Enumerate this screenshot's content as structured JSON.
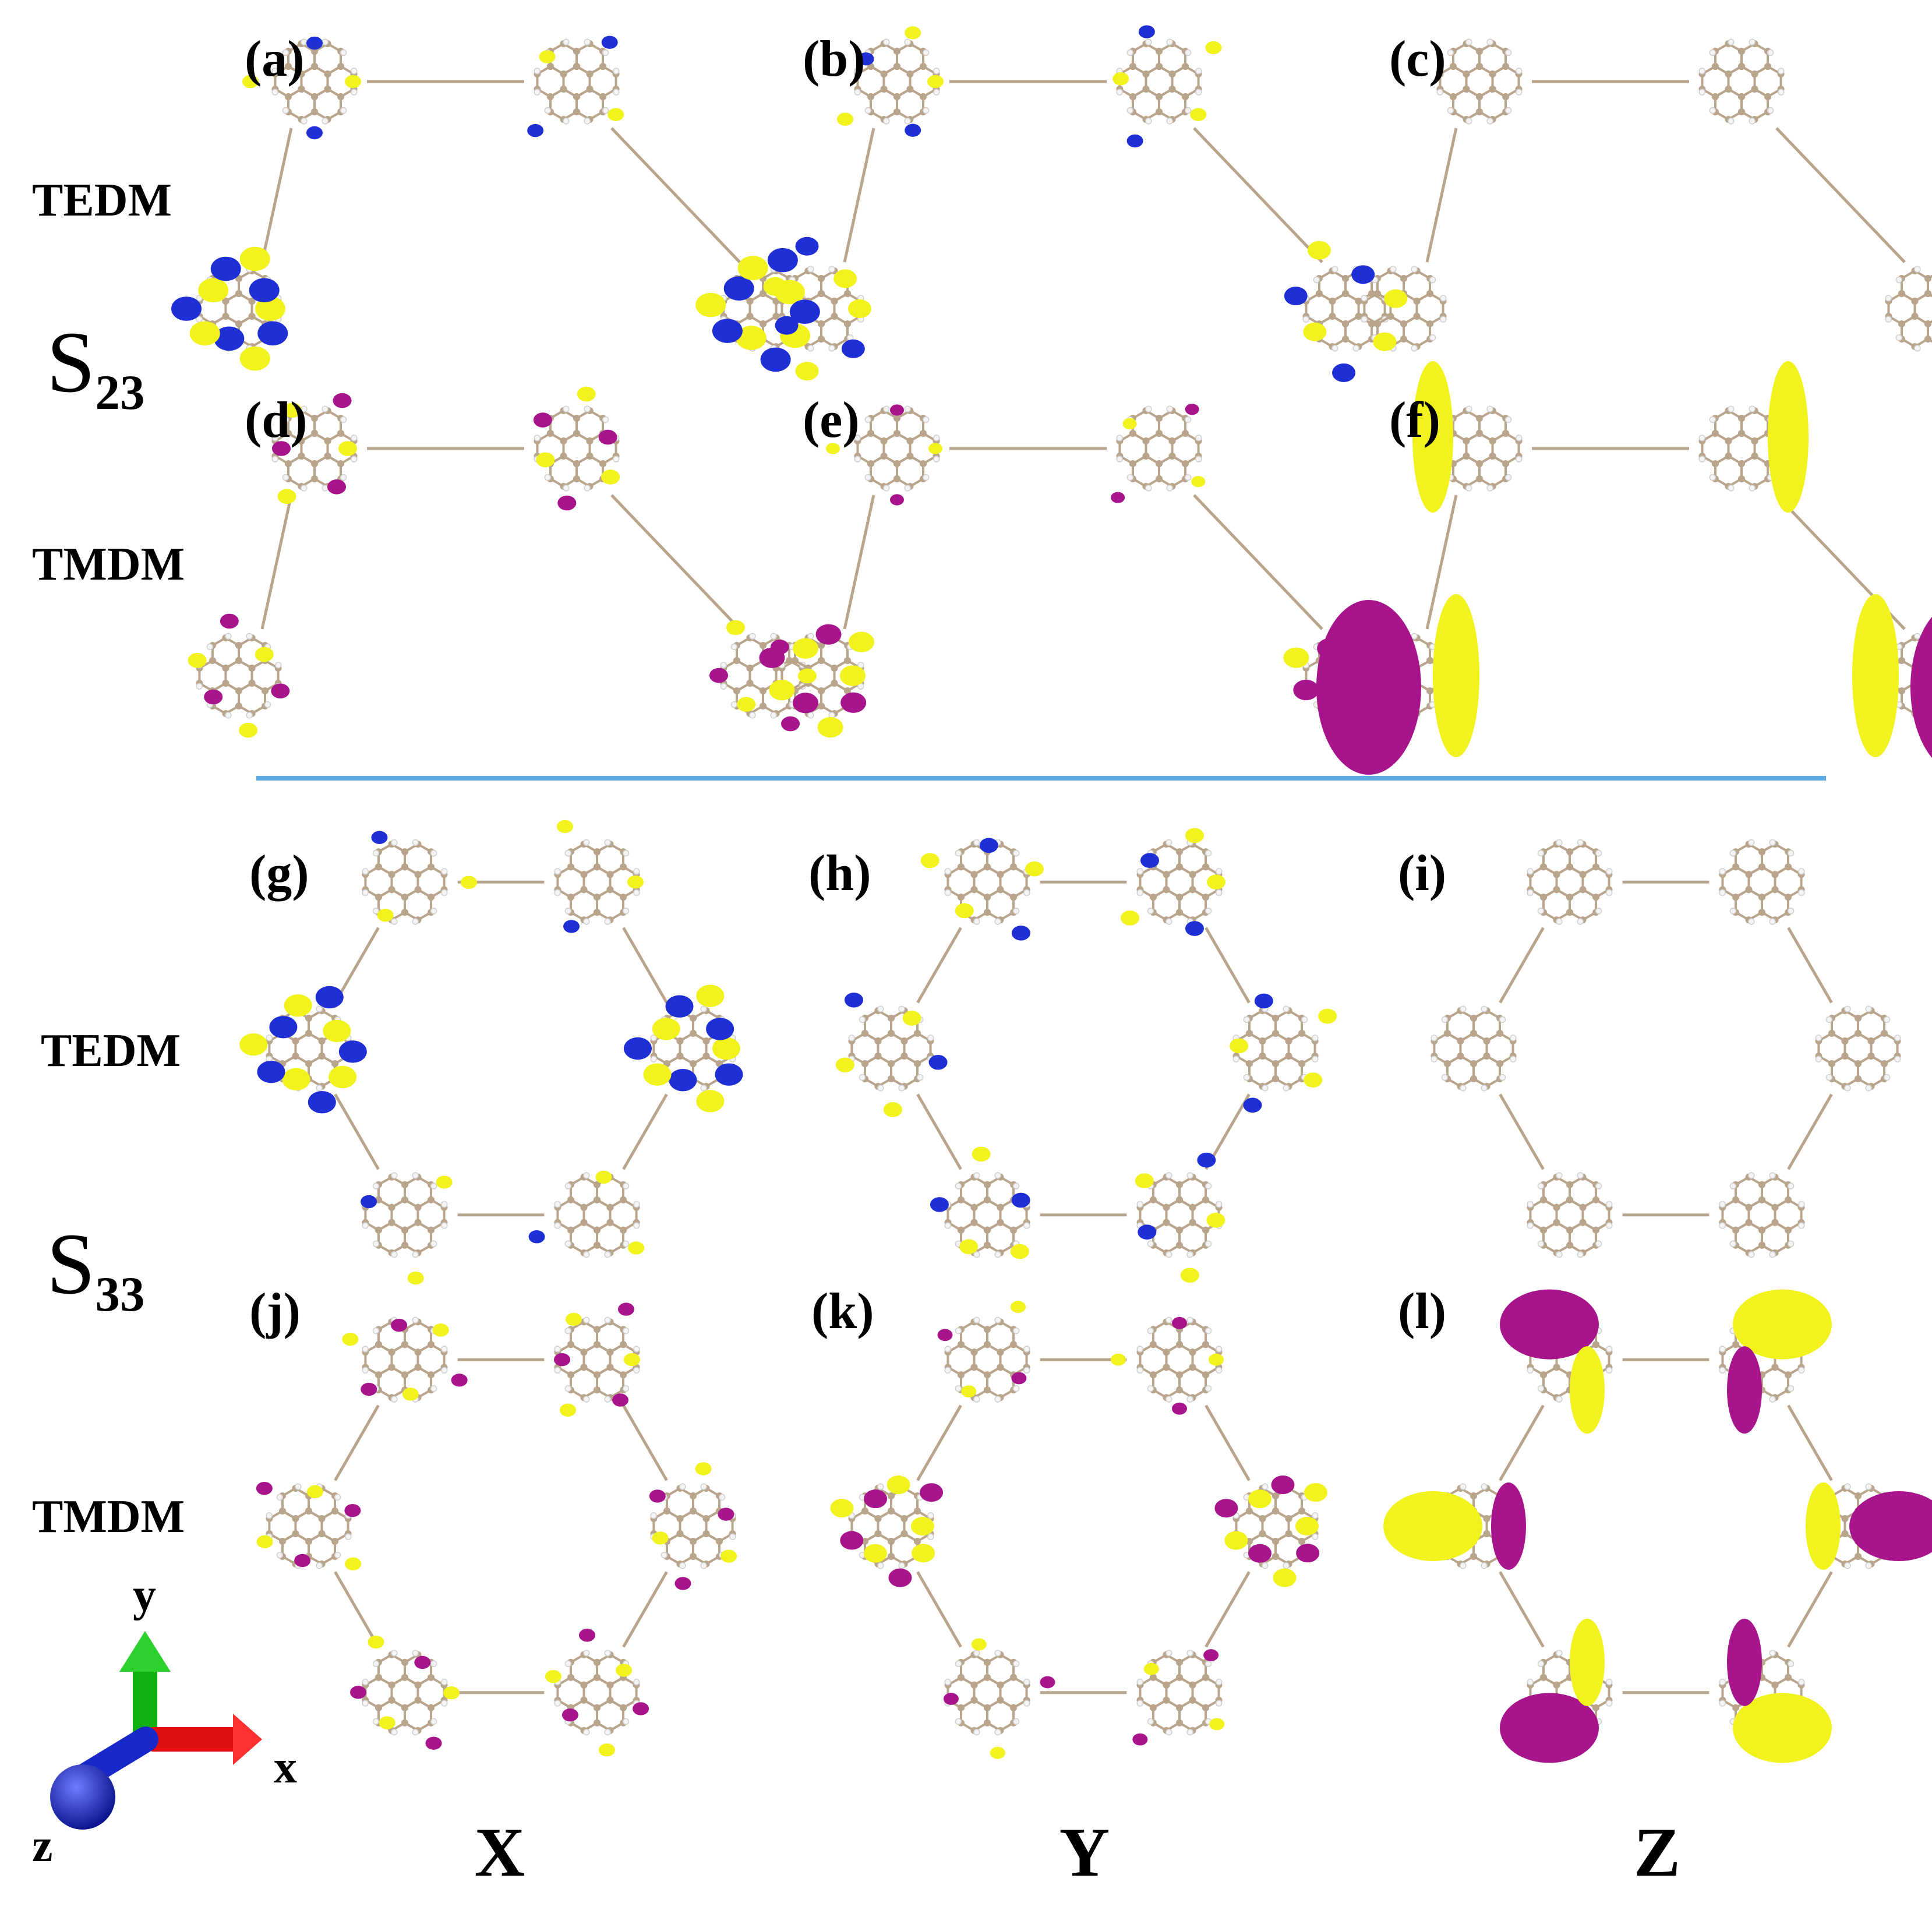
{
  "panel_labels": [
    "(a)",
    "(b)",
    "(c)",
    "(d)",
    "(e)",
    "(f)",
    "(g)",
    "(h)",
    "(i)",
    "(j)",
    "(k)",
    "(l)"
  ],
  "row_labels": [
    "TEDM",
    "TMDM",
    "TEDM",
    "TMDM"
  ],
  "states": [
    {
      "main": "S",
      "sub": "23"
    },
    {
      "main": "S",
      "sub": "33"
    }
  ],
  "column_labels": [
    "X",
    "Y",
    "Z"
  ],
  "axes": {
    "x": "x",
    "y": "y",
    "z": "z"
  },
  "colors": {
    "tedm_negative": "#1f2fd6",
    "tedm_positive": "#f2f21c",
    "tmdm_negative": "#a8148c",
    "tmdm_positive": "#f2f21c",
    "carbon": "#b9a58c",
    "hydrogen": "#f4f4f4",
    "divider": "#5aa9e0",
    "axis_x": "#e01010",
    "axis_y": "#10b010",
    "axis_z": "#1828c8"
  }
}
